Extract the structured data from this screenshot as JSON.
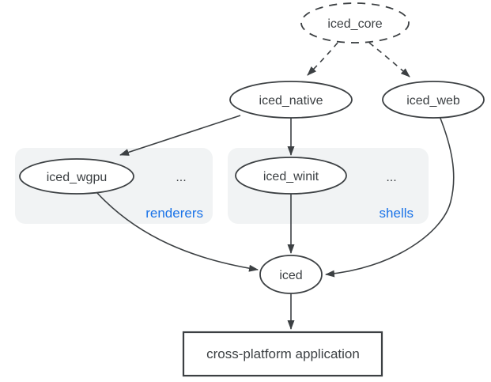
{
  "colors": {
    "line": "#3c4043",
    "text": "#3c4043",
    "node_fill": "#ffffff",
    "group_fill": "#f1f3f4",
    "group_label_blue": "#1a73e8",
    "background": "#ffffff"
  },
  "nodes": {
    "iced_core": {
      "label": "iced_core",
      "shape": "ellipse",
      "border": "dashed"
    },
    "iced_native": {
      "label": "iced_native",
      "shape": "ellipse",
      "border": "solid"
    },
    "iced_web": {
      "label": "iced_web",
      "shape": "ellipse",
      "border": "solid"
    },
    "iced_wgpu": {
      "label": "iced_wgpu",
      "shape": "ellipse",
      "border": "solid"
    },
    "iced_winit": {
      "label": "iced_winit",
      "shape": "ellipse",
      "border": "solid"
    },
    "iced": {
      "label": "iced",
      "shape": "ellipse",
      "border": "solid"
    },
    "app": {
      "label": "cross-platform application",
      "shape": "rectangle",
      "border": "solid"
    }
  },
  "groups": {
    "renderers": {
      "label": "renderers",
      "ellipsis": "...",
      "contains": [
        "iced_wgpu"
      ]
    },
    "shells": {
      "label": "shells",
      "ellipsis": "...",
      "contains": [
        "iced_winit"
      ]
    }
  },
  "edges": [
    {
      "from": "iced_core",
      "to": "iced_native",
      "style": "dashed"
    },
    {
      "from": "iced_core",
      "to": "iced_web",
      "style": "dashed"
    },
    {
      "from": "iced_native",
      "to": "iced_wgpu",
      "style": "solid"
    },
    {
      "from": "iced_native",
      "to": "iced_winit",
      "style": "solid"
    },
    {
      "from": "iced_wgpu",
      "to": "iced",
      "style": "solid"
    },
    {
      "from": "iced_winit",
      "to": "iced",
      "style": "solid"
    },
    {
      "from": "iced_web",
      "to": "iced",
      "style": "solid"
    },
    {
      "from": "iced",
      "to": "app",
      "style": "solid"
    }
  ]
}
